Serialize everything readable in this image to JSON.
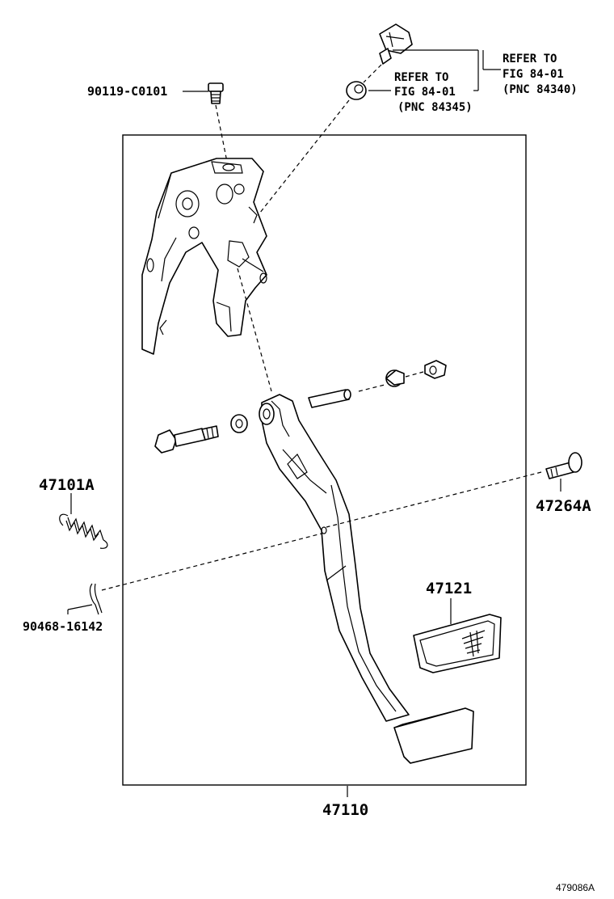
{
  "labels": {
    "bolt": "90119-C0101",
    "refer_a_line1": "REFER TO",
    "refer_a_line2": "FIG 84-01",
    "refer_a_line3": "(PNC 84345)",
    "refer_b_line1": "REFER TO",
    "refer_b_line2": "FIG 84-01",
    "refer_b_line3": "(PNC 84340)",
    "spring": "47101A",
    "clip": "90468-16142",
    "pin": "47264A",
    "pedal_pad": "47121",
    "pedal_assy": "47110"
  },
  "figure_id": "479086A"
}
